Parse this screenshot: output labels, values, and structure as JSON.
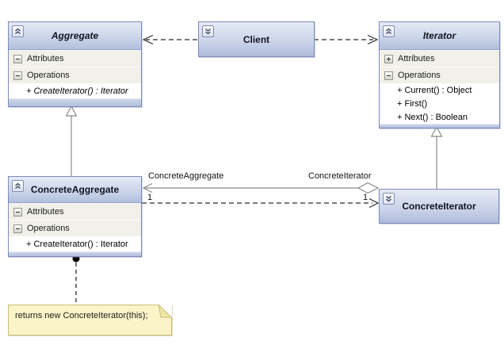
{
  "classes": {
    "aggregate": {
      "name": "Aggregate",
      "attributes_label": "Attributes",
      "operations_label": "Operations",
      "operations": [
        "+ CreateIterator() : Iterator"
      ]
    },
    "client": {
      "name": "Client"
    },
    "iterator": {
      "name": "Iterator",
      "attributes_label": "Attributes",
      "operations_label": "Operations",
      "operations": [
        "+ Current() : Object",
        "+ First()",
        "+ Next() : Boolean"
      ]
    },
    "concrete_aggregate": {
      "name": "ConcreteAggregate",
      "attributes_label": "Attributes",
      "operations_label": "Operations",
      "operations": [
        "+ CreateIterator() : Iterator"
      ]
    },
    "concrete_iterator": {
      "name": "ConcreteIterator"
    }
  },
  "association": {
    "source_role": "ConcreteAggregate",
    "target_role": "ConcreteIterator",
    "source_multiplicity": "1",
    "target_multiplicity": "1"
  },
  "note": {
    "text": "returns new ConcreteIterator(this);"
  },
  "icons": {
    "collapse": "chevrons-up",
    "expand": "chevrons-down",
    "section_collapsed": "plus-box",
    "section_expanded": "minus-box",
    "generalization": "hollow-triangle-arrow",
    "aggregation": "hollow-diamond",
    "dependency": "dashed-open-arrow"
  },
  "colors": {
    "header_top": "#e6eaf6",
    "header_bottom": "#b2c0de",
    "box_border": "#7b8cba",
    "section_bg": "#f1f0e9",
    "note_bg": "#faf4c8",
    "note_border": "#c9bd74",
    "line_gray": "#8a8a8a",
    "line_dark": "#2a2a2a"
  }
}
